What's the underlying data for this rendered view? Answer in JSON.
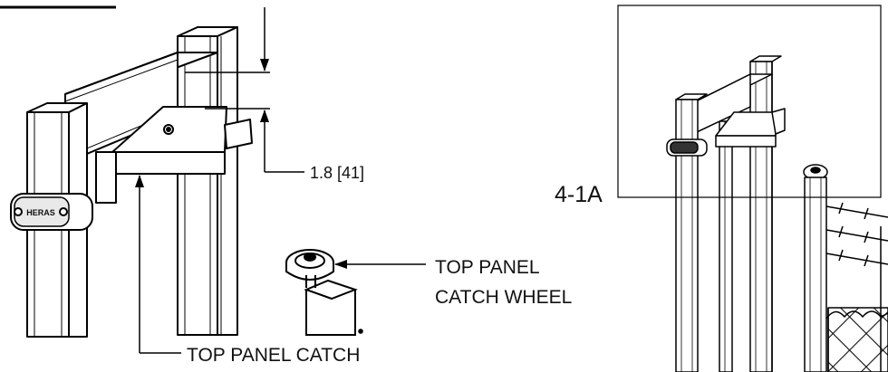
{
  "dimension": {
    "text": "1.8 [41]"
  },
  "brand": {
    "text": "HERAS"
  },
  "callouts": {
    "catch_wheel_line1": "TOP PANEL",
    "catch_wheel_line2": "CATCH WHEEL",
    "panel_catch": "TOP PANEL CATCH"
  },
  "detail": {
    "label": "4-1A"
  }
}
